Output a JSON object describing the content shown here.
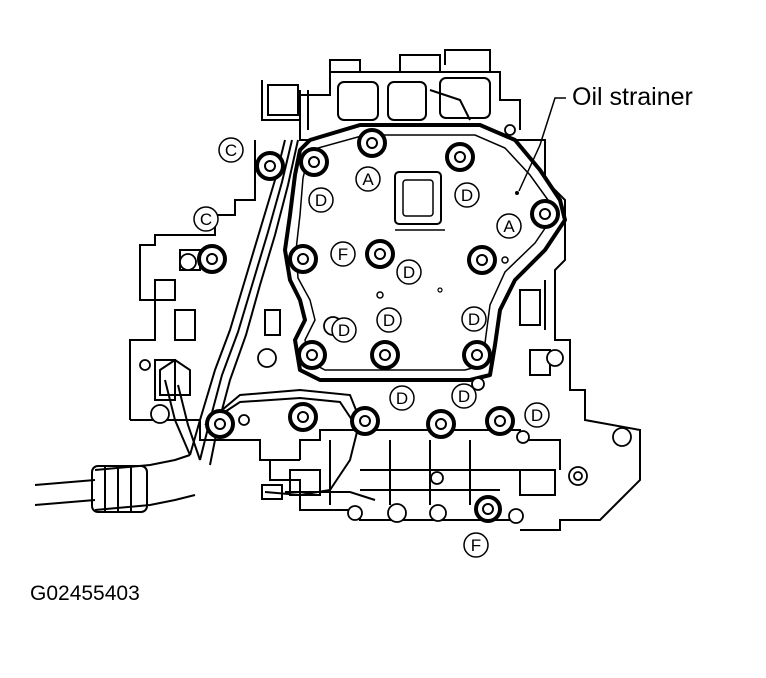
{
  "main_label": "Oil strainer",
  "caption": "G02455403",
  "letters": {
    "A": "A",
    "C": "C",
    "D": "D",
    "F": "F"
  }
}
